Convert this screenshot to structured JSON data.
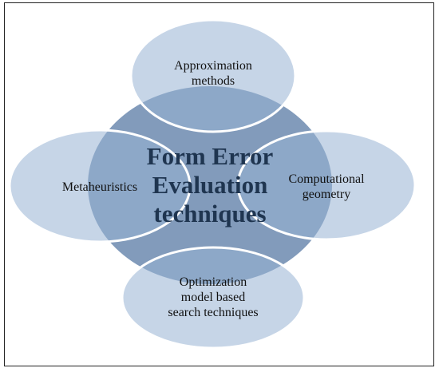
{
  "diagram": {
    "center": {
      "text": "Form Error\nEvaluation\ntechniques"
    },
    "nodes": [
      {
        "key": "top",
        "text": "Approximation\nmethods"
      },
      {
        "key": "right",
        "text": "Computational\ngeometry"
      },
      {
        "key": "bottom",
        "text": "Optimization\nmodel based\nsearch techniques"
      },
      {
        "key": "left",
        "text": "Metaheuristics"
      }
    ],
    "colors": {
      "center_fill": "#5f7fa8",
      "satellite_fill": "#98b3d4",
      "outline": "#ffffff",
      "frame": "#222222",
      "center_text": "#1f3550",
      "node_text": "#111111"
    }
  }
}
